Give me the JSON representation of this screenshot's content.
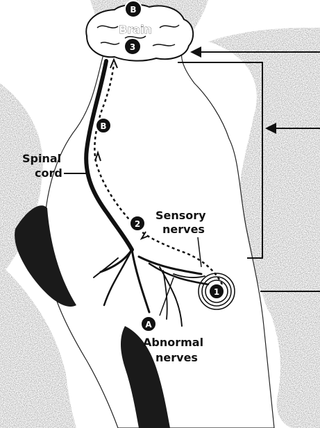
{
  "labels": {
    "brain": "Brain",
    "spinal_cord_line1": "Spinal",
    "spinal_cord_line2": "cord",
    "sensory_line1": "Sensory",
    "sensory_line2": "nerves",
    "abnormal_line1": "Abnormal",
    "abnormal_line2": "nerves"
  },
  "markers": {
    "brain_top": "B",
    "brain_bottom": "3",
    "cord": "B",
    "sensory": "2",
    "pain_source": "1",
    "abnormal": "A"
  },
  "colors": {
    "ink": "#111111",
    "body_fill": "#ffffff",
    "background_shade": "#8a8a8a",
    "badge_fill": "#111111",
    "badge_text": "#ffffff"
  }
}
